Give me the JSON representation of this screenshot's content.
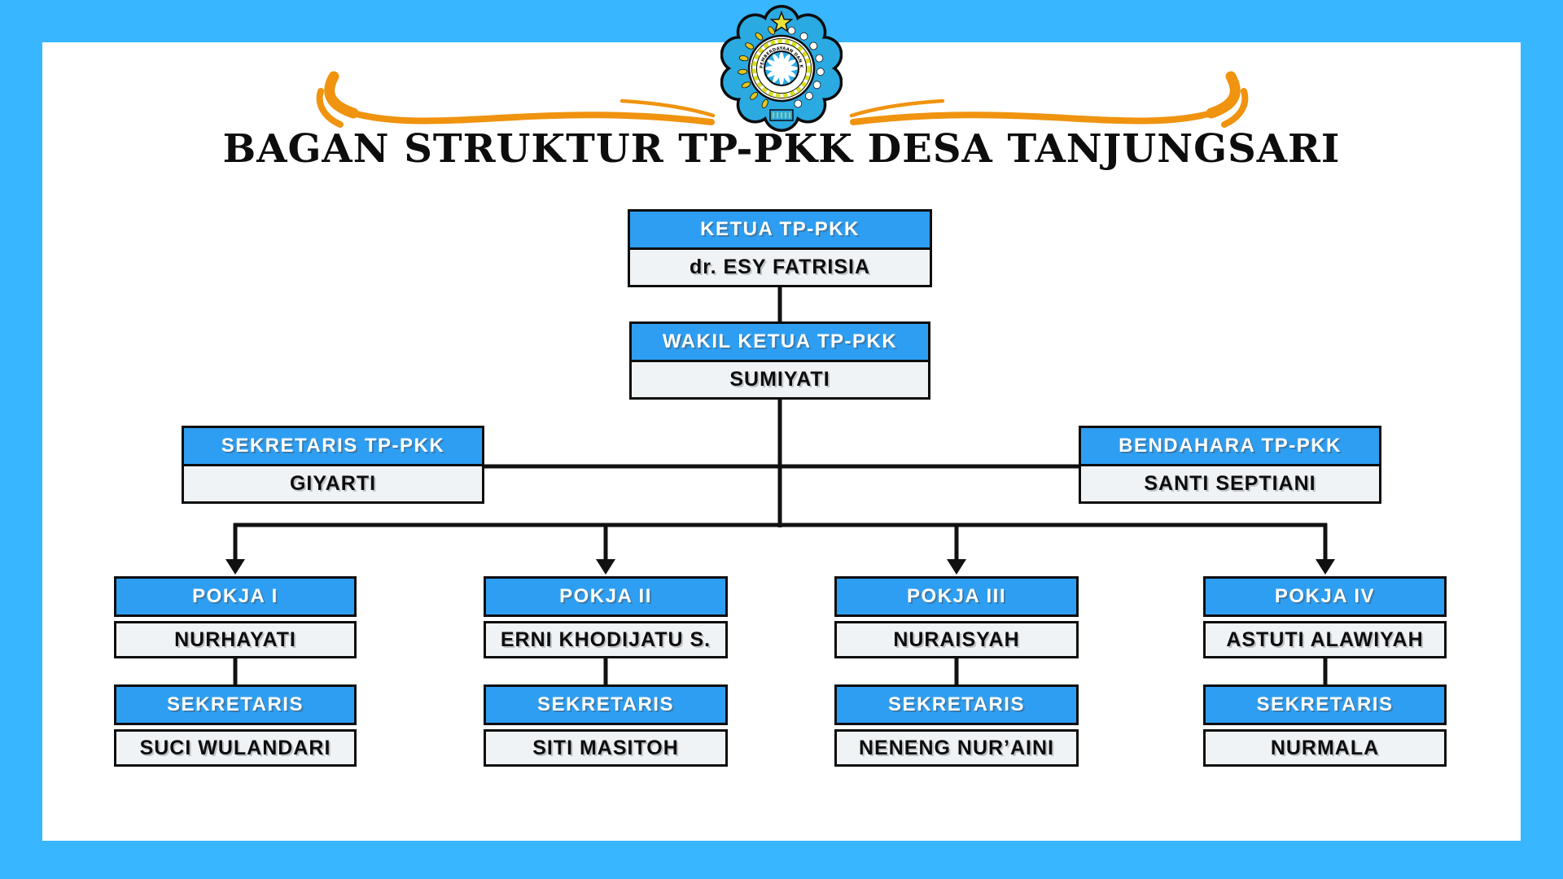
{
  "page": {
    "title": "BAGAN STRUKTUR TP-PKK DESA TANJUNGSARI"
  },
  "colors": {
    "frame_blue": "#38b6ff",
    "header_blue": "#2e9ef2",
    "name_box_bg": "#f0f3f5",
    "box_border": "#0d0d0d",
    "connector_line": "#111111",
    "swoosh_orange": "#f0930f",
    "logo_blue": "#2baae2",
    "logo_gold": "#e3c61e"
  },
  "logo": {
    "ring_text_top": "PEMBERDAYAAN DAN KESEJAHTERAAN KELUARGA",
    "ring_text_bottom": "• PKK •"
  },
  "org": {
    "ketua": {
      "title": "KETUA TP-PKK",
      "name": "dr. ESY FATRISIA"
    },
    "wakil": {
      "title": "WAKIL KETUA TP-PKK",
      "name": "SUMIYATI"
    },
    "sekretaris": {
      "title": "SEKRETARIS TP-PKK",
      "name": "GIYARTI"
    },
    "bendahara": {
      "title": "BENDAHARA TP-PKK",
      "name": "SANTI SEPTIANI"
    },
    "pokja": [
      {
        "title": "POKJA I",
        "name": "NURHAYATI",
        "sekretaris_title": "SEKRETARIS",
        "sekretaris_name": "SUCI WULANDARI"
      },
      {
        "title": "POKJA II",
        "name": "ERNI KHODIJATU S.",
        "sekretaris_title": "SEKRETARIS",
        "sekretaris_name": "SITI MASITOH"
      },
      {
        "title": "POKJA III",
        "name": "NURAISYAH",
        "sekretaris_title": "SEKRETARIS",
        "sekretaris_name": "NENENG NUR’AINI"
      },
      {
        "title": "POKJA IV",
        "name": "ASTUTI ALAWIYAH",
        "sekretaris_title": "SEKRETARIS",
        "sekretaris_name": "NURMALA"
      }
    ]
  }
}
